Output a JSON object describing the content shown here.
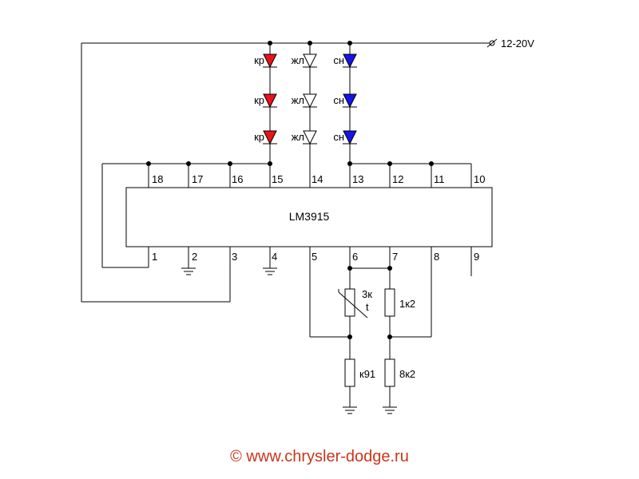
{
  "supply": {
    "label": "12-20V"
  },
  "ic": {
    "label": "LM3915"
  },
  "pins_top": [
    "18",
    "17",
    "16",
    "15",
    "14",
    "13",
    "12",
    "11",
    "10"
  ],
  "pins_bottom": [
    "1",
    "2",
    "3",
    "4",
    "5",
    "6",
    "7",
    "8",
    "9"
  ],
  "leds": {
    "red": {
      "label": "кр",
      "color": "#e8141b"
    },
    "yellow": {
      "label": "жл",
      "color": "#ffffff"
    },
    "blue": {
      "label": "сн",
      "color": "#1515e6"
    }
  },
  "components": {
    "thermistor": {
      "value": "3к",
      "symbol": "t"
    },
    "r_top": {
      "value": "1к2"
    },
    "r_bottom_left": {
      "value": "к91"
    },
    "r_bottom_right": {
      "value": "8к2"
    }
  },
  "footer": {
    "text": "© www.chrysler-dodge.ru",
    "color": "#c8361c"
  }
}
